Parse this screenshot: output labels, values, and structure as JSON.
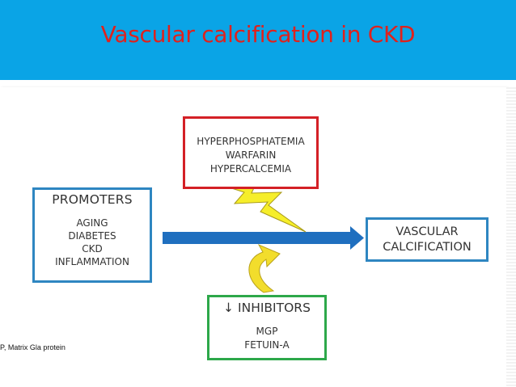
{
  "header": {
    "title": "Vascular calcification in CKD"
  },
  "diagram": {
    "stimuli": {
      "items": [
        "HYPERPHOSPHATEMIA",
        "WARFARIN",
        "HYPERCALCEMIA"
      ]
    },
    "promoters": {
      "title": "PROMOTERS",
      "items": [
        "AGING",
        "DIABETES",
        "CKD",
        "INFLAMMATION"
      ]
    },
    "outcome": {
      "lines": [
        "VASCULAR",
        "CALCIFICATION"
      ]
    },
    "inhibitors": {
      "arrow": "↓",
      "title": "INHIBITORS",
      "items": [
        "MGP",
        "FETUIN-A"
      ]
    }
  },
  "footnote": "P, Matrix Gla protein",
  "colors": {
    "header_bg": "#0aa4e6",
    "title": "#e0211c",
    "stimuli_border": "#d42026",
    "promoters_border": "#2e86c1",
    "inhibitors_border": "#2da84a",
    "main_arrow": "#1f6fbf",
    "lightning": "#f6ee2a",
    "curved_arrow": "#f2dd2c"
  },
  "icons": {
    "lightning": "lightning-bolt-icon",
    "curved_arrow": "curved-arrow-icon",
    "main_arrow": "right-arrow-icon"
  }
}
